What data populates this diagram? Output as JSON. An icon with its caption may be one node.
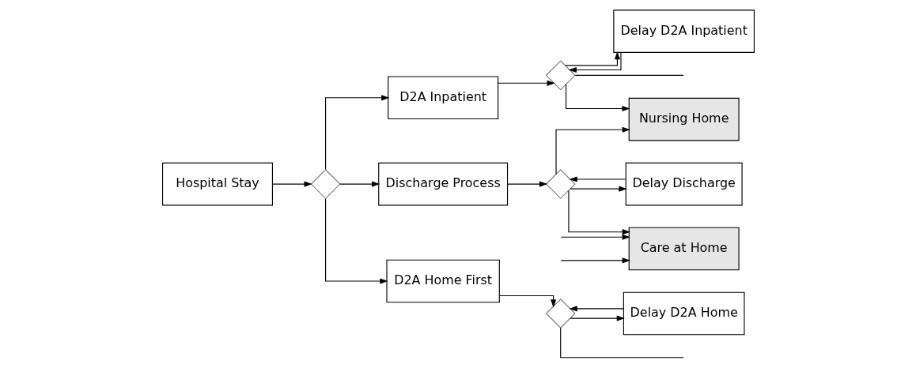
{
  "diagram": {
    "nodes": [
      {
        "text": [
          "Hospital Stay"
        ]
      },
      {
        "text": [],
        "shape": "diamond"
      },
      {
        "text": [
          "D2A Inpatient"
        ]
      },
      {
        "text": [
          "Discharge Process"
        ]
      },
      {
        "text": [
          "D2A Home First"
        ]
      },
      {
        "text": [],
        "shape": "diamond"
      },
      {
        "text": [
          "Delay D2A Inpatient"
        ]
      },
      {
        "text": [],
        "shape": "diamond"
      },
      {
        "text": [
          "Delay Discharge"
        ]
      },
      {
        "text": [],
        "shape": "diamond"
      },
      {
        "text": [
          "Delay D2A Home"
        ]
      },
      {
        "text": [
          "Nursing Home"
        ]
      },
      {
        "text": [
          "Care at Home"
        ]
      }
    ],
    "edges": [
      {
        "from": 0,
        "to": 1,
        "arrow": "to"
      },
      {
        "from": 1,
        "to": 2,
        "arrow": "to"
      },
      {
        "from": 1,
        "to": 3,
        "arrow": "to"
      },
      {
        "from": 1,
        "to": 4,
        "arrow": "to"
      },
      {
        "from": 2,
        "to": 5,
        "arrow": "to"
      },
      {
        "from": 5,
        "to": 6,
        "arrow": "to"
      },
      {
        "from": 6,
        "to": 5,
        "arrow": "to"
      },
      {
        "from": 3,
        "to": 7,
        "arrow": "to"
      },
      {
        "from": 7,
        "to": 8,
        "arrow": "to"
      },
      {
        "from": 8,
        "to": 7,
        "arrow": "to"
      },
      {
        "from": 4,
        "to": 9,
        "arrow": "to"
      },
      {
        "from": 9,
        "to": 10,
        "arrow": "to"
      },
      {
        "from": 10,
        "to": 9,
        "arrow": "to"
      },
      {
        "from": 5,
        "to": 11,
        "arrow": "to"
      },
      {
        "from": 5,
        "to": null,
        "arrow": "none"
      },
      {
        "from": 7,
        "to": 11,
        "arrow": "to"
      },
      {
        "from": 7,
        "to": 12,
        "arrow": "to"
      },
      {
        "from": null,
        "to": 12,
        "arrow": "to"
      },
      {
        "from": null,
        "to": 12,
        "arrow": "to"
      },
      {
        "from": 9,
        "to": null,
        "arrow": "none"
      }
    ]
  }
}
